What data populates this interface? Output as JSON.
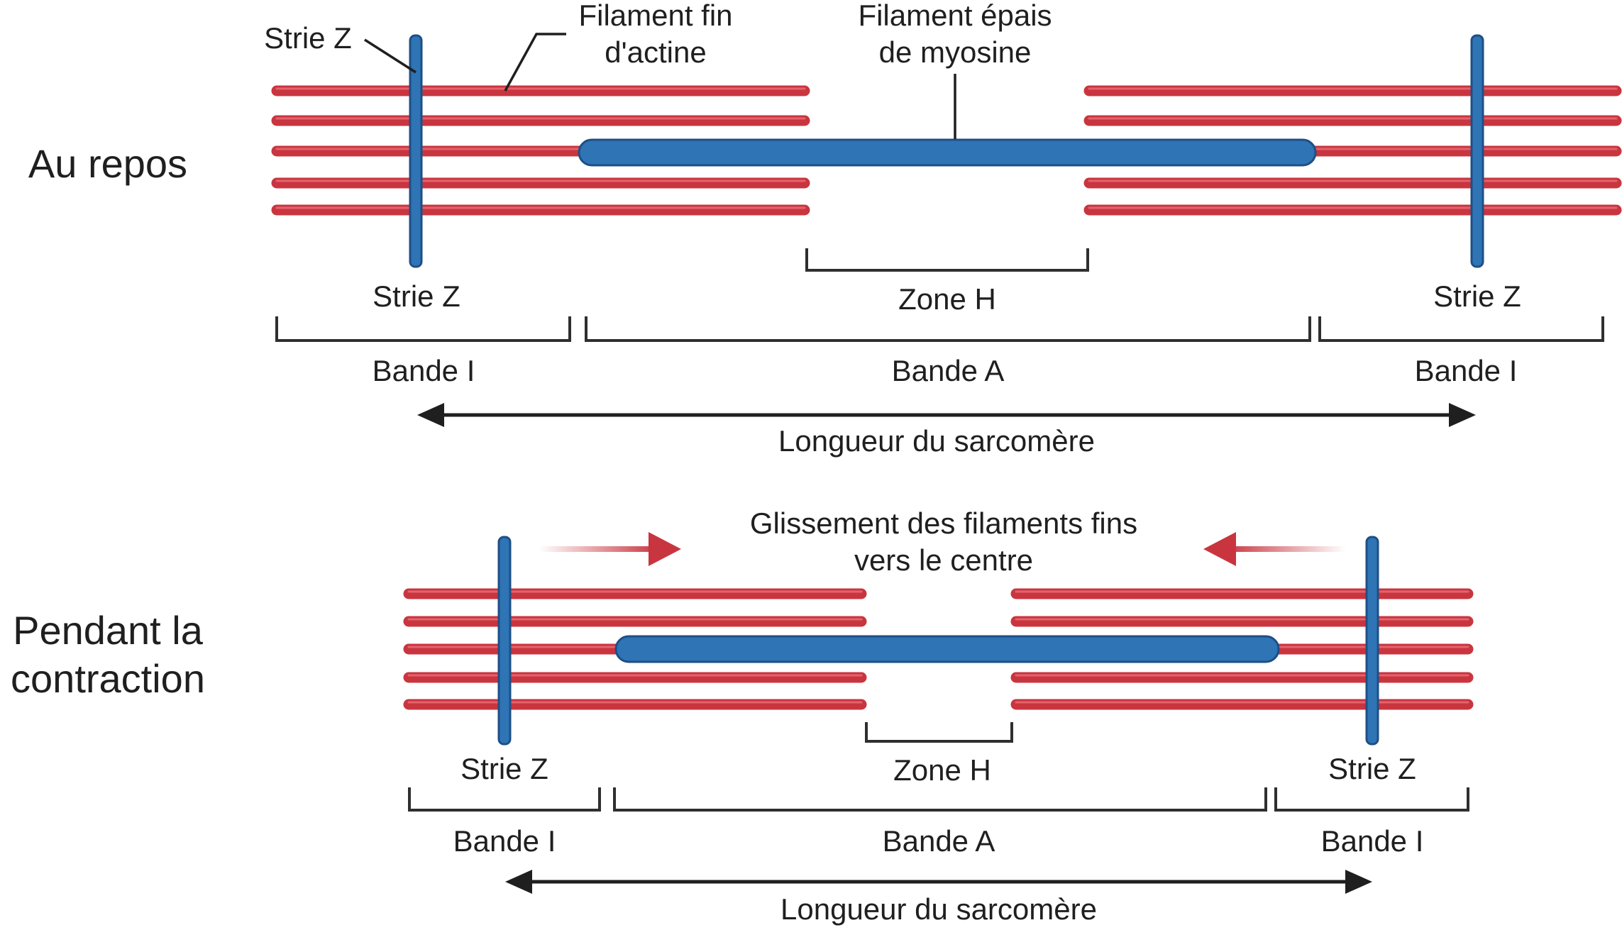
{
  "colors": {
    "thin_filament": "#c9353f",
    "thin_filament_highlight": "#f07880",
    "thick_filament": "#2f74b5",
    "thick_filament_outline": "#1e4f85",
    "z_line": "#2f74b5",
    "bracket": "#2f2f2f",
    "arrow_dark": "#1f1f1f",
    "arrow_red": "#c9353f"
  },
  "rest": {
    "state_label": "Au repos",
    "callout_z": "Strie Z",
    "callout_thin_line1": "Filament fin",
    "callout_thin_line2": "d'actine",
    "callout_thick_line1": "Filament épais",
    "callout_thick_line2": "de myosine",
    "z_left": "Strie Z",
    "z_right": "Strie Z",
    "zone_h": "Zone H",
    "band_i_left": "Bande I",
    "band_a": "Bande A",
    "band_i_right": "Bande I",
    "sarcomere_length": "Longueur du sarcomère"
  },
  "contraction": {
    "state_label_line1": "Pendant la",
    "state_label_line2": "contraction",
    "sliding_line1": "Glissement des filaments fins",
    "sliding_line2": "vers le centre",
    "z_left": "Strie Z",
    "z_right": "Strie Z",
    "zone_h": "Zone H",
    "band_i_left": "Bande I",
    "band_a": "Bande A",
    "band_i_right": "Bande I",
    "sarcomere_length": "Longueur du sarcomère"
  }
}
